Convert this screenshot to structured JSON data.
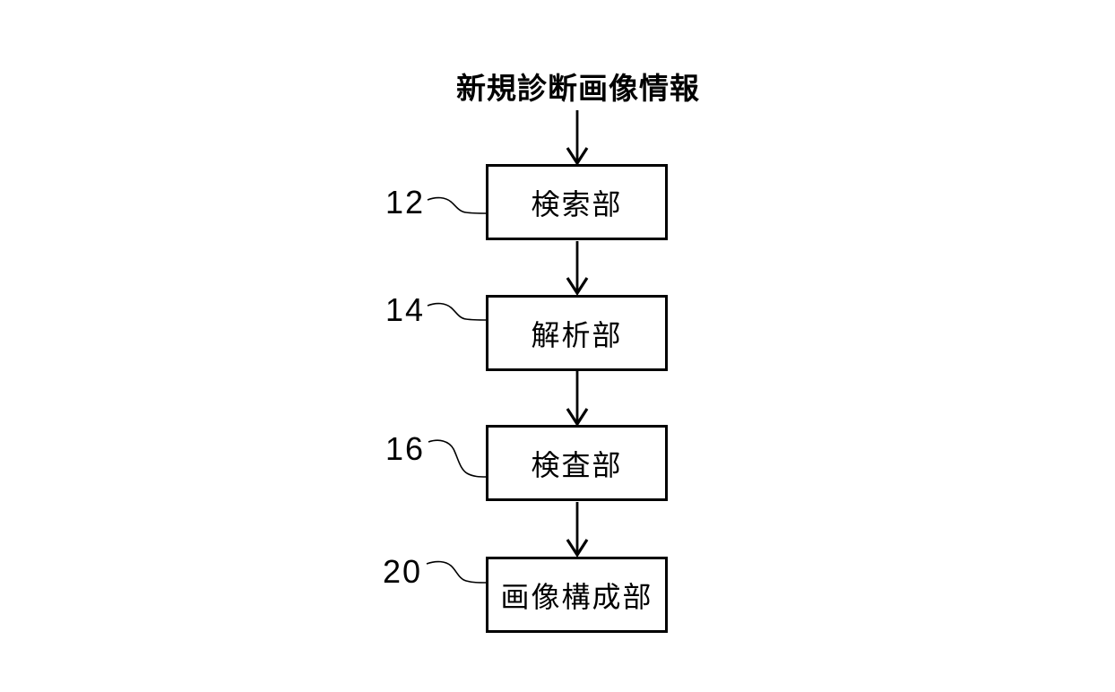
{
  "figure": {
    "input_label": "新規診断画像情報",
    "nodes": [
      {
        "ref": "12",
        "label": "検索部"
      },
      {
        "ref": "14",
        "label": "解析部"
      },
      {
        "ref": "16",
        "label": "検査部"
      },
      {
        "ref": "20",
        "label": "画像構成部"
      }
    ],
    "colors": {
      "stroke": "#000000",
      "background": "#ffffff"
    }
  }
}
